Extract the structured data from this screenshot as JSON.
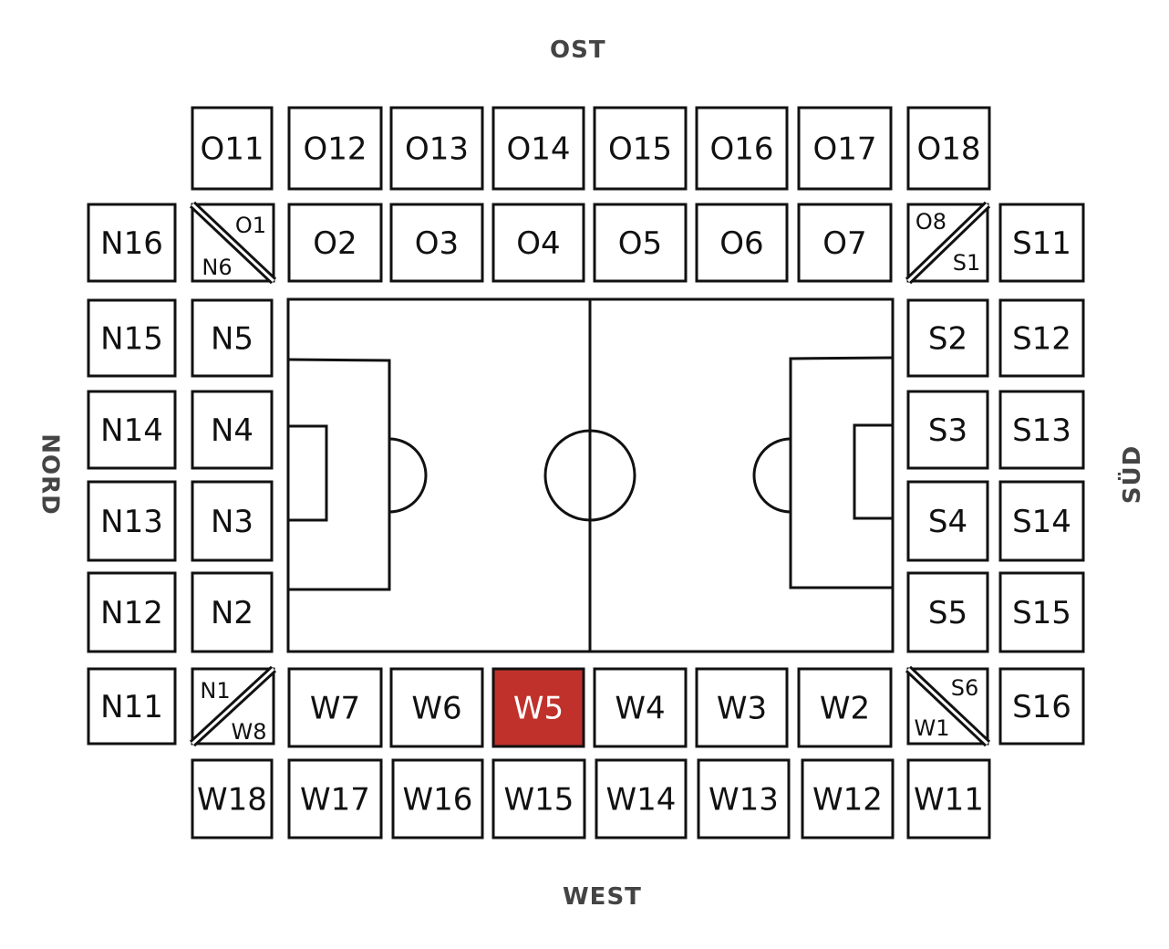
{
  "directions": {
    "north": "NORD",
    "east": "OST",
    "south": "SÜD",
    "west": "WEST"
  },
  "colors": {
    "selected": "#c0312b",
    "line": "#111111"
  },
  "selected_block": "W5",
  "blocks": {
    "east_upper": [
      "O11",
      "O12",
      "O13",
      "O14",
      "O15",
      "O16",
      "O17",
      "O18"
    ],
    "east_lower": [
      "O2",
      "O3",
      "O4",
      "O5",
      "O6",
      "O7"
    ],
    "north_outer": [
      "N16",
      "N15",
      "N14",
      "N13",
      "N12",
      "N11"
    ],
    "north_inner": [
      "N5",
      "N4",
      "N3",
      "N2"
    ],
    "south_inner": [
      "S2",
      "S3",
      "S4",
      "S5"
    ],
    "south_outer": [
      "S11",
      "S12",
      "S13",
      "S14",
      "S15",
      "S16"
    ],
    "west_lower": [
      "W7",
      "W6",
      "W5",
      "W4",
      "W3",
      "W2"
    ],
    "west_upper": [
      "W18",
      "W17",
      "W16",
      "W15",
      "W14",
      "W13",
      "W12",
      "W11"
    ],
    "corners": [
      {
        "a": "O1",
        "b": "N6"
      },
      {
        "a": "O8",
        "b": "S1"
      },
      {
        "a": "N1",
        "b": "W8"
      },
      {
        "a": "S6",
        "b": "W1"
      }
    ]
  }
}
